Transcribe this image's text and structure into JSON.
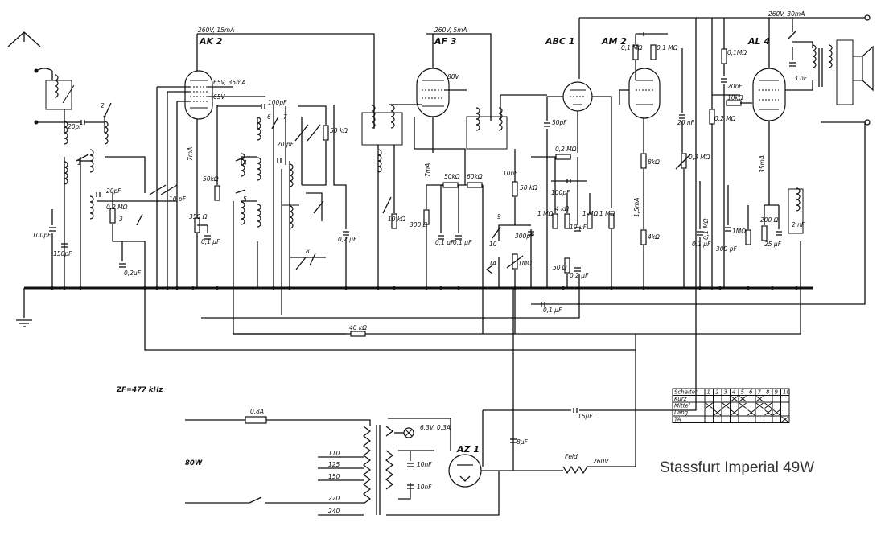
{
  "title": "Stassfurt Imperial 49W",
  "if_note": "ZF=477 kHz",
  "power_note": "80W",
  "tubes": {
    "ak2": "AK 2",
    "af3": "AF 3",
    "abc1": "ABC 1",
    "am2": "AM 2",
    "al4": "AL 4",
    "az1": "AZ 1"
  },
  "voltages": {
    "ak2_top": "260V, 15mA",
    "ak2_screen": "65V, 35mA",
    "ak2_65": "65V",
    "af3_top": "260V, 5mA",
    "af3_80": "80V",
    "al4_top": "260V, 30mA",
    "rect_out": "260V",
    "ak2_cathode": "7mA",
    "af3_cathode": "7mA",
    "am2_current": "1,5mA",
    "al4_current": "35mA"
  },
  "components": {
    "c20pf_a": "20pF",
    "c100pf_a": "100pF",
    "c150pf": "150pF",
    "c20pf_b": "20pF",
    "r02mohm_a": "0,2 MΩ",
    "c02uf_a": "0,2µF",
    "c10pf": "10 pF",
    "r50k_a": "50kΩ",
    "r350": "350 Ω",
    "c01uf_a": "0,1 µF",
    "c100pf_b": "100pF",
    "c20pf_c": "20 pF",
    "r50k_b": "50 kΩ",
    "c02uf_b": "0,2 µF",
    "r10k": "10 kΩ",
    "r300": "300 Ω",
    "c01uf_b": "0,1 µF",
    "c01uf_c": "0,1 µF",
    "r50k_c": "50kΩ",
    "r60k": "60kΩ",
    "c50pf": "50pF",
    "r02m_b": "0,2 MΩ",
    "c100pf_c": "100pF",
    "c10nf_a": "10nF",
    "r50k_d": "50 kΩ",
    "c300pf_a": "300pF",
    "r1m_a": "1 MΩ",
    "r4k": "4 kΩ",
    "c10uf": "10 µF",
    "r1m_b": "1 MΩ",
    "r1m_c": "1 MΩ",
    "r50": "50 Ω",
    "c02uf_c": "0,2 µF",
    "r1m_pot": "1MΩ",
    "c01uf_d": "0,1 µF",
    "r40k": "40 kΩ",
    "r01m_a": "0,1 MΩ",
    "r01m_b": "0,1 MΩ",
    "r8k": "8kΩ",
    "r4k_b": "4kΩ",
    "c20nf_a": "20 nF",
    "r03m": "0,3 MΩ",
    "r01m_c": "0,1 MΩ",
    "c300pf_b": "300 pF",
    "c01uf_e": "0,1 µF",
    "r02m_c": "0,2 MΩ",
    "r01m_d": "0,1MΩ",
    "c20nf_b": "20nF",
    "r10k_b": "10kΩ",
    "c3nf": "3 nF",
    "r1m_d": "1MΩ",
    "r200": "200 Ω",
    "c25uf": "25 µF",
    "c2nf": "2 nF",
    "fuse": "0,8A",
    "c15uf": "15µF",
    "lamp": "6,3V, 0,3A",
    "c10nf_b": "10nF",
    "c10nf_c": "10nF",
    "c8uf": "8µF",
    "field": "Feld"
  },
  "mains_taps": [
    "110",
    "125",
    "150",
    "220",
    "240"
  ],
  "switch_numbers": [
    "1",
    "2",
    "3",
    "4",
    "5",
    "6",
    "7",
    "8",
    "9",
    "10"
  ],
  "ta_label": "TA",
  "switch_table": {
    "header_label": "Schalter",
    "columns": [
      "1",
      "2",
      "3",
      "4",
      "5",
      "6",
      "7",
      "8",
      "9",
      "10"
    ],
    "rows": [
      {
        "label": "Kurz",
        "marks": [
          0,
          0,
          0,
          1,
          1,
          0,
          1,
          0,
          0,
          0
        ]
      },
      {
        "label": "Mittel",
        "marks": [
          1,
          0,
          1,
          0,
          1,
          0,
          1,
          1,
          0,
          0
        ]
      },
      {
        "label": "Lang",
        "marks": [
          0,
          1,
          0,
          1,
          0,
          1,
          0,
          1,
          1,
          0
        ]
      },
      {
        "label": "TA",
        "marks": [
          0,
          0,
          0,
          0,
          0,
          0,
          0,
          0,
          0,
          1
        ]
      }
    ]
  }
}
